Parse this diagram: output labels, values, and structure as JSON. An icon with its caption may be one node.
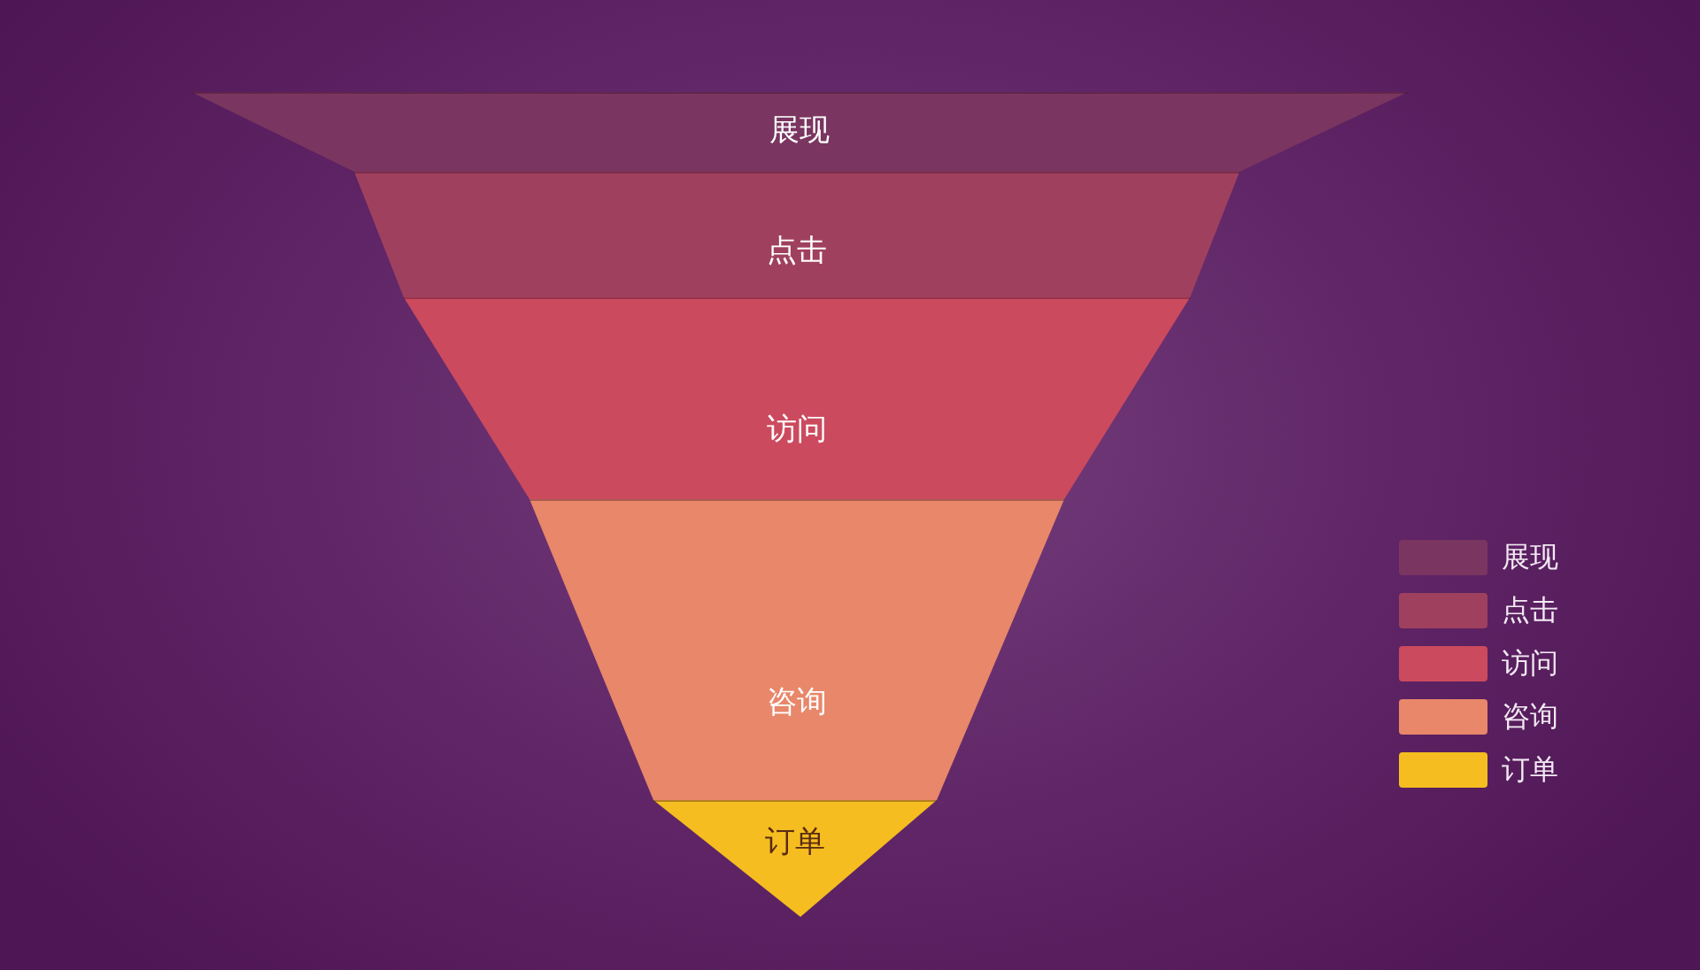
{
  "diagram": {
    "nodes": [
      {
        "text": [
          "展现"
        ]
      },
      {
        "text": [
          "点击"
        ]
      },
      {
        "text": [
          "访问"
        ]
      },
      {
        "text": [
          "咨询"
        ]
      },
      {
        "text": [
          "订单"
        ]
      }
    ],
    "legend": [
      {
        "text": "展现",
        "color": "#7a3560"
      },
      {
        "text": "点击",
        "color": "#a0405f"
      },
      {
        "text": "访问",
        "color": "#cc4a5e"
      },
      {
        "text": "咨询",
        "color": "#e8876a"
      },
      {
        "text": "订单",
        "color": "#f5bd1f"
      }
    ]
  }
}
